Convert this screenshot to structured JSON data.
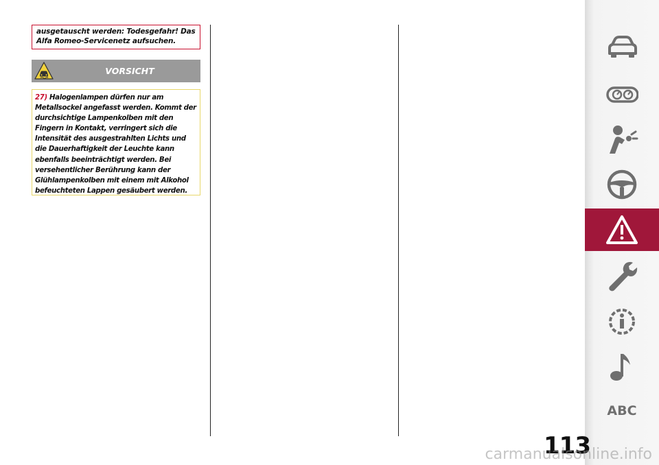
{
  "content": {
    "warning_text": "ausgetauscht werden: Todesgefahr! Das Alfa Romeo-Servicenetz aufsuchen.",
    "vorsicht_title": "VORSICHT",
    "caution_number": "27)",
    "caution_text": "Halogenlampen dürfen nur am Metallsockel angefasst werden. Kommt der durchsichtige Lampenkolben mit den Fingern in Kontakt, verringert sich die Intensität des ausgestrahlten Lichts und die Dauerhaftigkeit der Leuchte kann ebenfalls beeinträchtigt werden. Bei versehentlicher Berührung kann der Glühlampenkolben mit einem mit Alkohol befeuchteten Lappen gesäubert werden."
  },
  "sidebar": {
    "items": [
      {
        "icon": "car-icon",
        "active": false
      },
      {
        "icon": "instrument-panel-icon",
        "active": false
      },
      {
        "icon": "airbag-safety-icon",
        "active": false
      },
      {
        "icon": "steering-wheel-icon",
        "active": false
      },
      {
        "icon": "warning-triangle-icon",
        "active": true
      },
      {
        "icon": "wrench-icon",
        "active": false
      },
      {
        "icon": "info-gear-icon",
        "active": false
      },
      {
        "icon": "music-note-icon",
        "active": false
      }
    ],
    "abc_label": "ABC",
    "active_color": "#a0173a",
    "icon_color": "#6f6f6f"
  },
  "page_number": "113",
  "watermark": "carmanualsonline.info",
  "colors": {
    "warning_border": "#c8102e",
    "vorsicht_bar": "#9a9a9a",
    "caution_border": "#e8d76a",
    "vorsicht_icon_yellow": "#f2d23b"
  }
}
